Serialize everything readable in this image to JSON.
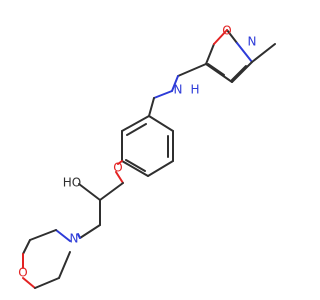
{
  "atoms": {
    "ring_o": "O",
    "ring_n": "N",
    "amine_n": "N",
    "amine_h": "H",
    "ether_o": "O",
    "hydroxyl": "HO",
    "morph_n": "N",
    "morph_o": "O"
  },
  "colors": {
    "bond": "#2f2f2f",
    "nitrogen": "#2d3bd8",
    "oxygen": "#e32222"
  }
}
